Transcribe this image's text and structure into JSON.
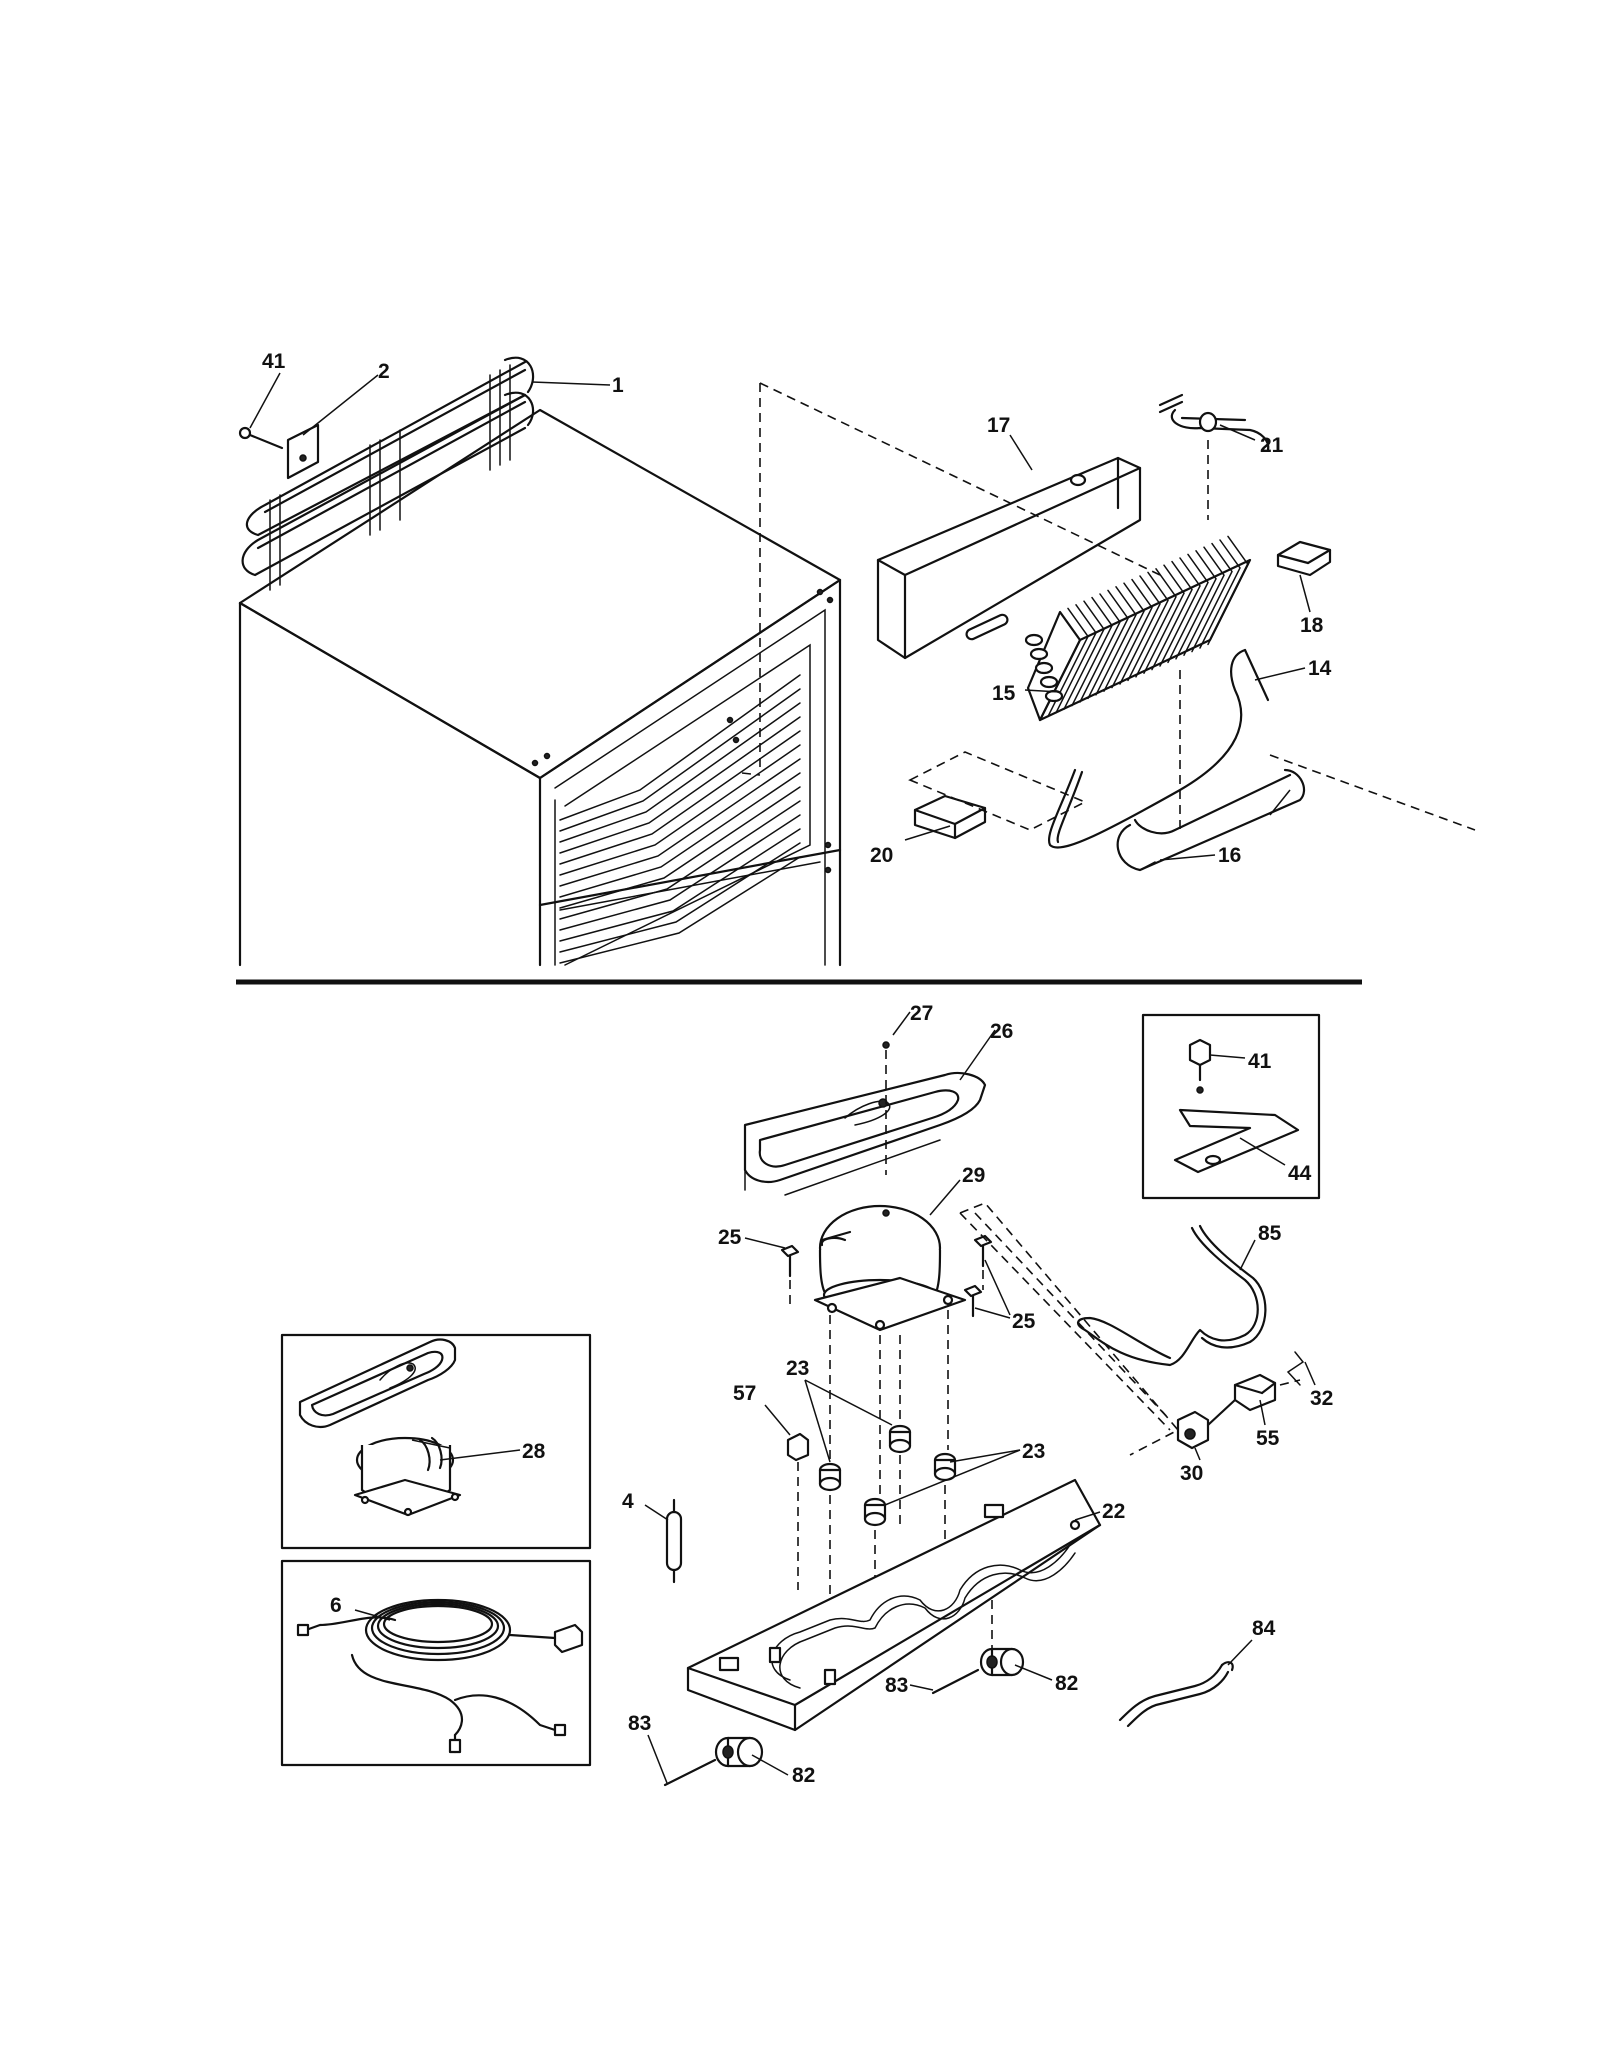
{
  "callouts": [
    {
      "id": "c1",
      "text": "1"
    },
    {
      "id": "c2",
      "text": "2"
    },
    {
      "id": "c41a",
      "text": "41"
    },
    {
      "id": "c17",
      "text": "17"
    },
    {
      "id": "c21",
      "text": "21"
    },
    {
      "id": "c18",
      "text": "18"
    },
    {
      "id": "c15",
      "text": "15"
    },
    {
      "id": "c14",
      "text": "14"
    },
    {
      "id": "c20",
      "text": "20"
    },
    {
      "id": "c16",
      "text": "16"
    },
    {
      "id": "c27",
      "text": "27"
    },
    {
      "id": "c26",
      "text": "26"
    },
    {
      "id": "c41b",
      "text": "41"
    },
    {
      "id": "c44",
      "text": "44"
    },
    {
      "id": "c29",
      "text": "29"
    },
    {
      "id": "c25a",
      "text": "25"
    },
    {
      "id": "c85",
      "text": "85"
    },
    {
      "id": "c25b",
      "text": "25"
    },
    {
      "id": "c57",
      "text": "57"
    },
    {
      "id": "c23a",
      "text": "23"
    },
    {
      "id": "c28",
      "text": "28"
    },
    {
      "id": "c32",
      "text": "32"
    },
    {
      "id": "c55",
      "text": "55"
    },
    {
      "id": "c30",
      "text": "30"
    },
    {
      "id": "c23b",
      "text": "23"
    },
    {
      "id": "c4",
      "text": "4"
    },
    {
      "id": "c22",
      "text": "22"
    },
    {
      "id": "c6",
      "text": "6"
    },
    {
      "id": "c84",
      "text": "84"
    },
    {
      "id": "c83a",
      "text": "83"
    },
    {
      "id": "c82a",
      "text": "82"
    },
    {
      "id": "c83b",
      "text": "83"
    },
    {
      "id": "c82b",
      "text": "82"
    }
  ]
}
